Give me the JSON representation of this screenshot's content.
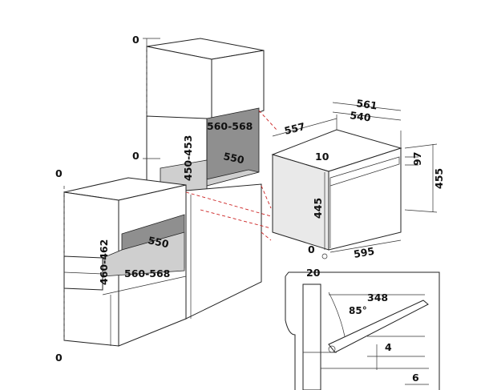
{
  "dimensions": {
    "tower_top_gap": "0",
    "tower_mid_gap": "0",
    "tower_niche_width": "560-568",
    "tower_niche_height": "450-453",
    "tower_niche_depth": "550",
    "base_top_gap": "0",
    "base_bottom_gap": "0",
    "base_niche_depth": "550",
    "base_niche_width": "560-568",
    "base_niche_height": "460-462",
    "oven_depth_total": "561",
    "oven_depth_body": "540",
    "oven_depth_front": "557",
    "oven_top_offset": "10",
    "oven_panel_height": "97",
    "oven_total_height": "455",
    "oven_body_height": "445",
    "oven_width": "595",
    "oven_bottom_offset": "0",
    "oven_front_thickness": "20",
    "door_open_depth": "348",
    "door_angle": "85°",
    "door_gap_a": "4",
    "door_gap_b": "6"
  }
}
